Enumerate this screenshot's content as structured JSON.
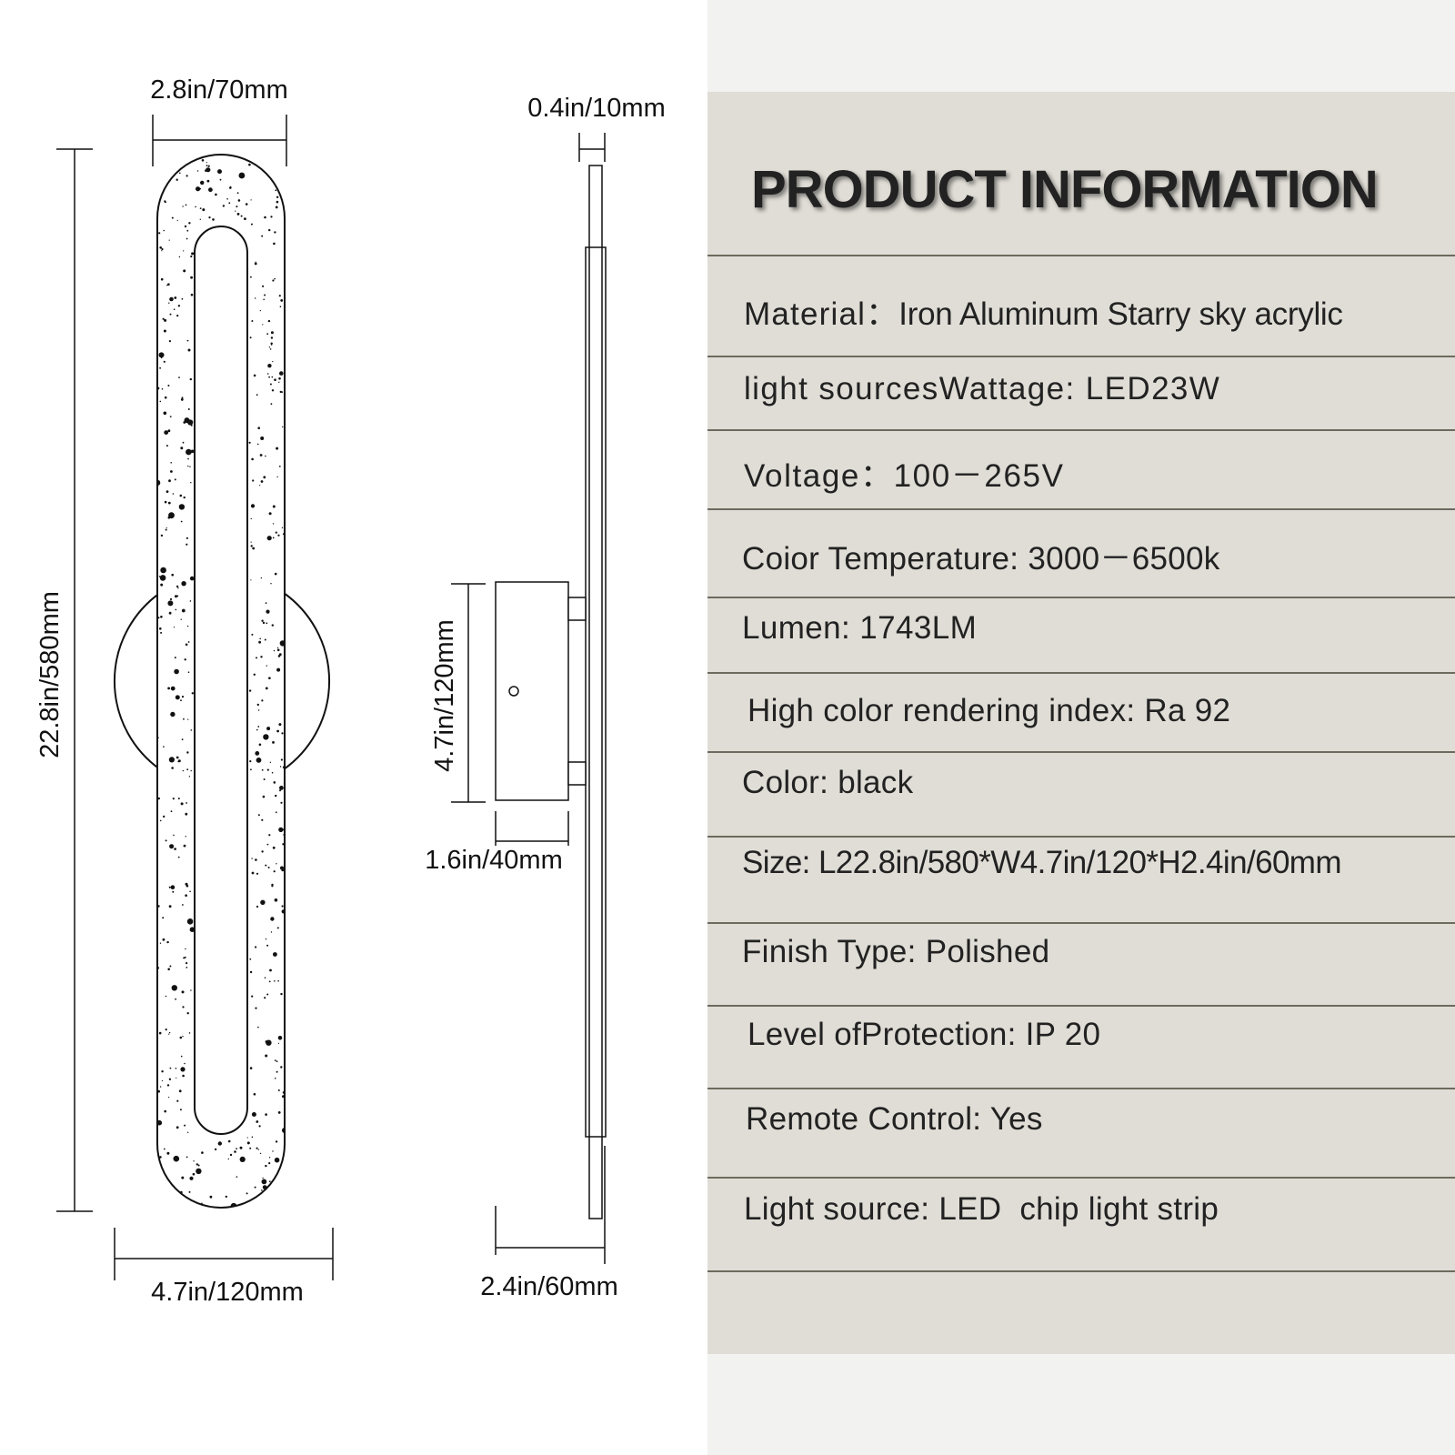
{
  "diagram": {
    "dimensions": {
      "front_width": "2.8in/70mm",
      "front_height": "22.8in/580mm",
      "base_width": "4.7in/120mm",
      "side_thickness": "0.4in/10mm",
      "box_height": "4.7in/120mm",
      "box_depth": "1.6in/40mm",
      "total_depth": "2.4in/60mm"
    }
  },
  "info": {
    "title": "PRODUCT INFORMATION",
    "rows": [
      {
        "label": "Material：",
        "value": "Iron Aluminum Starry sky acrylic"
      },
      {
        "label": "light sources",
        "value": "Wattage: LED23W"
      },
      {
        "label": "Voltage：",
        "value": "100－265V"
      },
      {
        "label": "Coior Temperature: ",
        "value": "3000－6500k"
      },
      {
        "label": "Lumen: ",
        "value": "1743LM"
      },
      {
        "label": "High color rendering index: ",
        "value": "Ra 92"
      },
      {
        "label": "Color: ",
        "value": "black"
      },
      {
        "label": "Size: ",
        "value": "L22.8in/580*W4.7in/120*H2.4in/60mm"
      },
      {
        "label": "Finish Type: ",
        "value": "Polished"
      },
      {
        "label": "Level of",
        "value": "Protection: IP 20"
      },
      {
        "label": "Remote Control: ",
        "value": "Yes"
      },
      {
        "label": "Light source: ",
        "value": "LED  chip light strip"
      }
    ]
  },
  "colors": {
    "card_background": "#e0ddd6",
    "divider": "#6d6a5e",
    "text": "#222222"
  }
}
